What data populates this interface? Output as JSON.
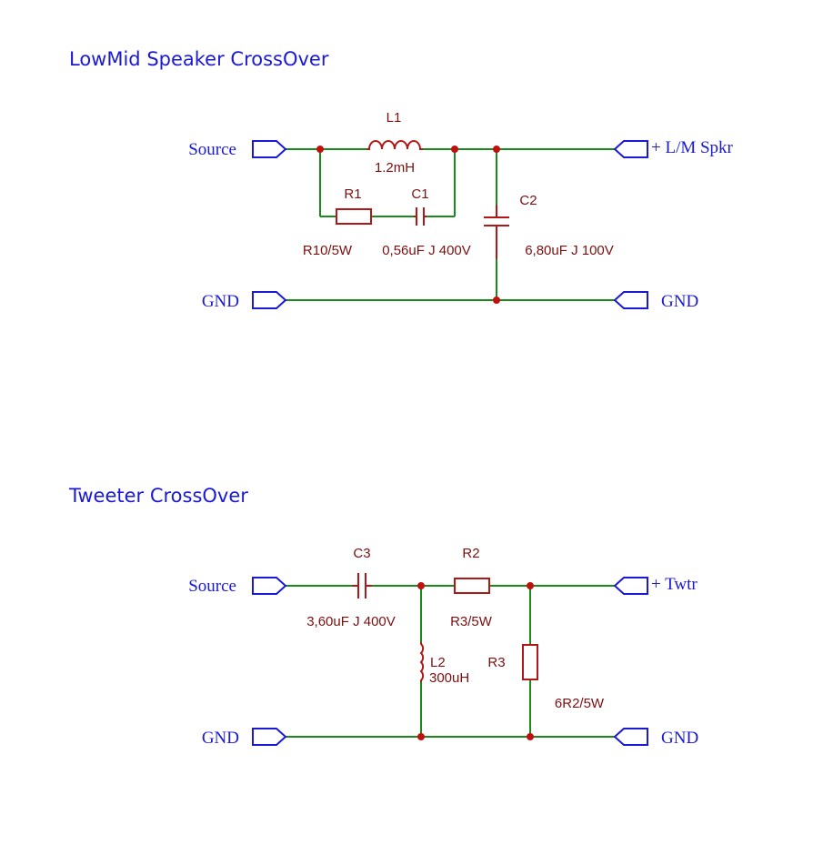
{
  "lowmid": {
    "title": "LowMid Speaker CrossOver",
    "ports": {
      "source": "Source",
      "gnd_left": "GND",
      "out": "+ L/M Spkr",
      "gnd_right": "GND"
    },
    "L1": {
      "ref": "L1",
      "value": "1.2mH"
    },
    "R1": {
      "ref": "R1",
      "value": "R10/5W"
    },
    "C1": {
      "ref": "C1",
      "value": "0,56uF J 400V"
    },
    "C2": {
      "ref": "C2",
      "value": "6,80uF J 100V"
    }
  },
  "tweeter": {
    "title": "Tweeter CrossOver",
    "ports": {
      "source": "Source",
      "gnd_left": "GND",
      "out": "+ Twtr",
      "gnd_right": "GND"
    },
    "C3": {
      "ref": "C3",
      "value": "3,60uF J 400V"
    },
    "R2": {
      "ref": "R2",
      "value": "R3/5W"
    },
    "L2": {
      "ref": "L2",
      "value": "300uH"
    },
    "R3": {
      "ref": "R3",
      "value": "6R2/5W"
    }
  },
  "colors": {
    "title": "#1a1ad6",
    "wire": "#1a8a1a",
    "component": "#b01818",
    "label": "#7a1010",
    "junction": "#c01010"
  }
}
